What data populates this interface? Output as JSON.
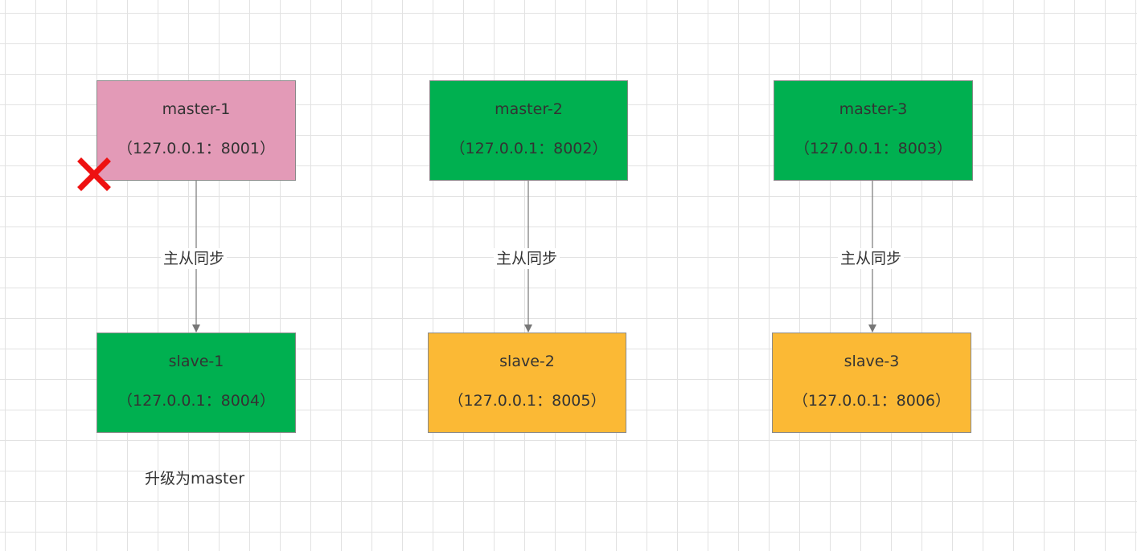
{
  "colors": {
    "failed_master": "#e39ab7",
    "healthy": "#00b050",
    "replica": "#fbb935",
    "edge": "#777777",
    "fail_mark": "#ee1111"
  },
  "masters": [
    {
      "name": "master-1",
      "address": "（127.0.0.1：8001）"
    },
    {
      "name": "master-2",
      "address": "（127.0.0.1：8002）"
    },
    {
      "name": "master-3",
      "address": "（127.0.0.1：8003）"
    }
  ],
  "slaves": [
    {
      "name": "slave-1",
      "address": "（127.0.0.1：8004）"
    },
    {
      "name": "slave-2",
      "address": "（127.0.0.1：8005）"
    },
    {
      "name": "slave-3",
      "address": "（127.0.0.1：8006）"
    }
  ],
  "edges": [
    {
      "label": "主从同步"
    },
    {
      "label": "主从同步"
    },
    {
      "label": "主从同步"
    }
  ],
  "promote_note": "升级为master",
  "fail_mark_icon": "cross-icon"
}
